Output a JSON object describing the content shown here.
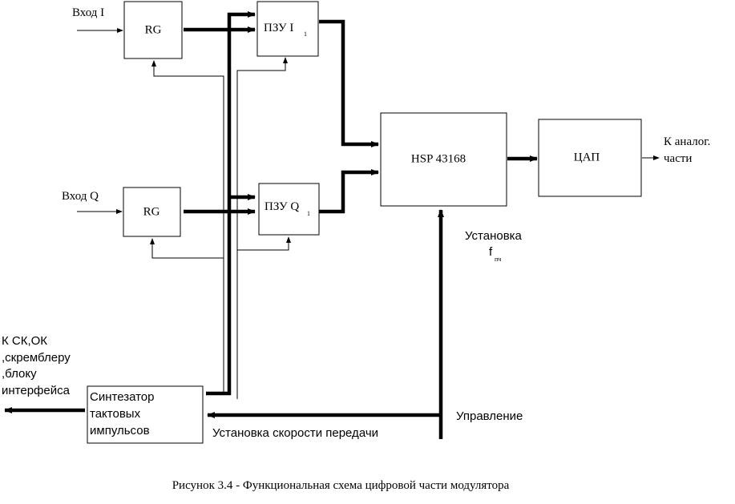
{
  "inputs": {
    "input_i": "Вход I",
    "input_q": "Вход Q"
  },
  "blocks": {
    "rg_i": "RG",
    "rg_q": "RG",
    "rom_i": {
      "label": "ПЗУ I",
      "sub": "1"
    },
    "rom_q": {
      "label": "ПЗУ Q",
      "sub": "1"
    },
    "hsp": "HSP 43168",
    "dac": "ЦАП",
    "synth": [
      "Синтезатор",
      "тактовых",
      "импульсов"
    ]
  },
  "labels": {
    "to_analog": [
      "К аналог.",
      "части"
    ],
    "freq_setting": "Установка",
    "freq_symbol": "f",
    "freq_sub": "пч",
    "control": "Управление",
    "rate_setting": "Установка скорости передачи",
    "to_sk": [
      "К СК,ОК",
      ",скремблеру",
      ",блоку",
      "интерфейса"
    ]
  },
  "caption": "Рисунок 3.4 - Функциональная схема цифровой части модулятора"
}
